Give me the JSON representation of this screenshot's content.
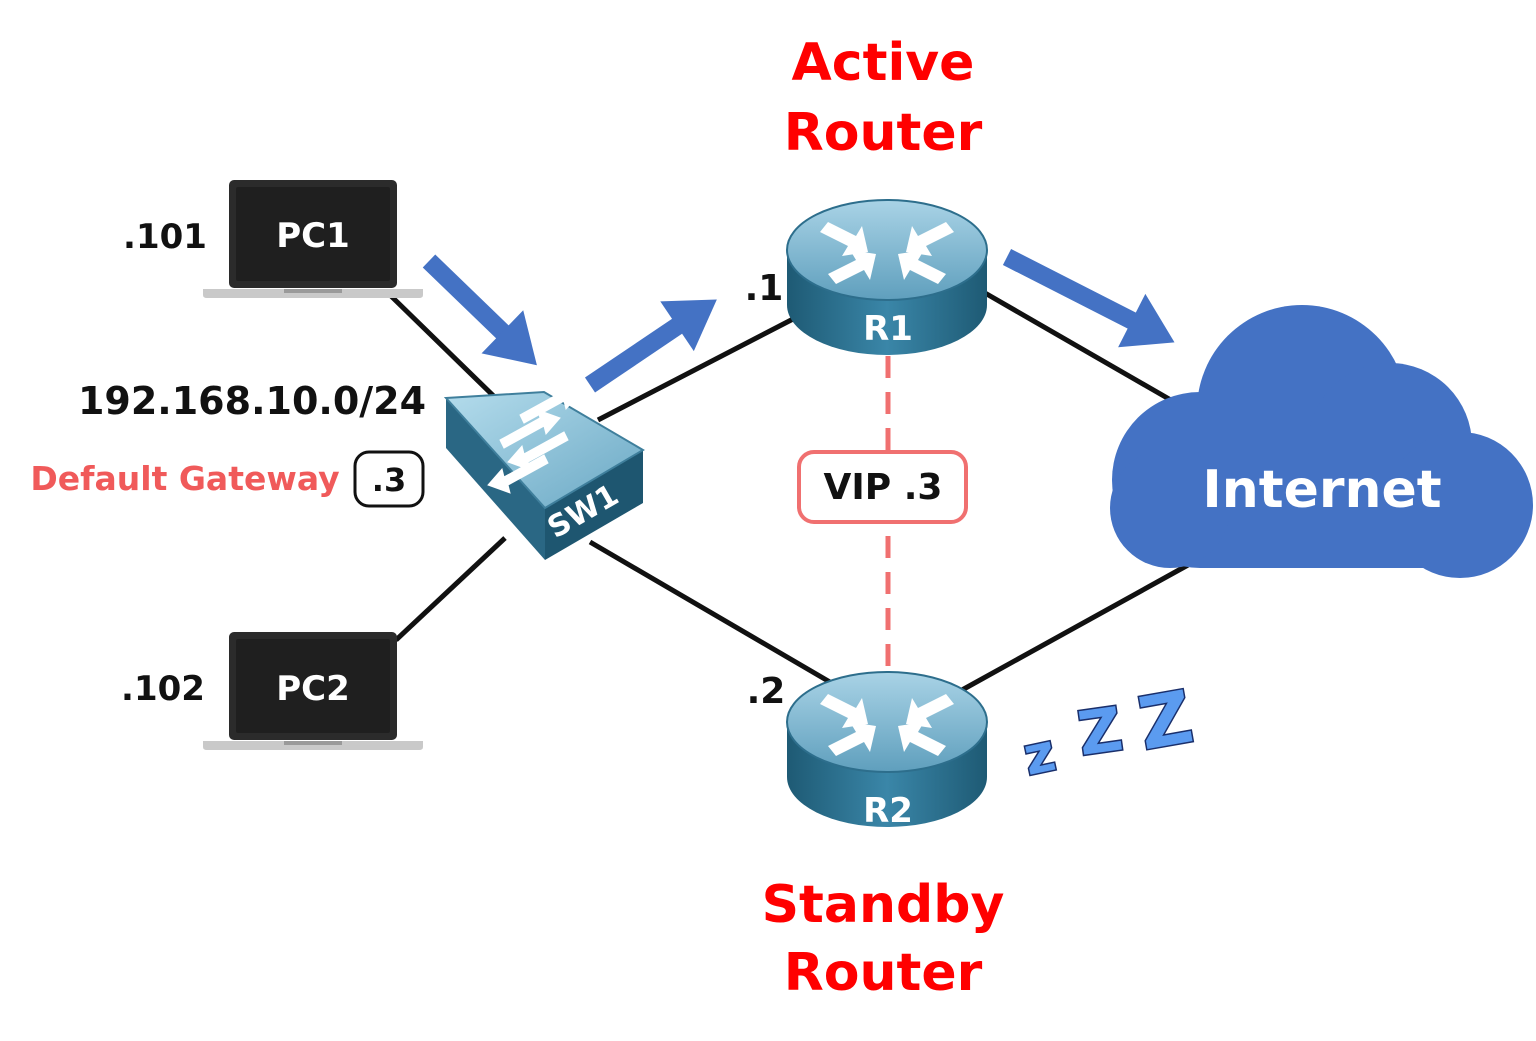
{
  "colors": {
    "accent_red": "#ff0000",
    "gateway_red": "#f05a5a",
    "vip_border": "#f07070",
    "arrow_blue": "#4472c4",
    "cloud_blue": "#4472c4",
    "zzz_blue": "#5b9bf0",
    "laptop_dark": "#2b2b2b",
    "device_teal": "#2d6e8c"
  },
  "roles": {
    "active_line1": "Active",
    "active_line2": "Router",
    "standby_line1": "Standby",
    "standby_line2": "Router"
  },
  "devices": {
    "pc1": {
      "name": "PC1",
      "host": ".101",
      "icon": "laptop-icon"
    },
    "pc2": {
      "name": "PC2",
      "host": ".102",
      "icon": "laptop-icon"
    },
    "sw1": {
      "name": "SW1",
      "icon": "switch-icon"
    },
    "r1": {
      "name": "R1",
      "host": ".1",
      "icon": "router-icon"
    },
    "r2": {
      "name": "R2",
      "host": ".2",
      "icon": "router-icon"
    },
    "internet": {
      "name": "Internet",
      "icon": "cloud-icon"
    }
  },
  "subnet": "192.168.10.0/24",
  "gateway": {
    "label": "Default Gateway",
    "value": ".3"
  },
  "vip": "VIP .3",
  "sleep": [
    "z",
    "Z",
    "Z"
  ]
}
